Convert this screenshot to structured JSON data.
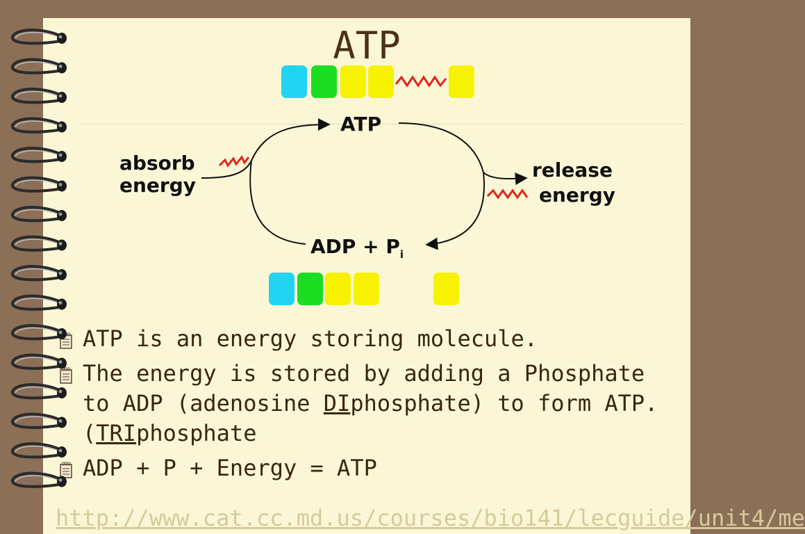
{
  "slide": {
    "title": "ATP",
    "url": "http://www.cat.cc.md.us/courses/bio141/lecguide/unit4/me"
  },
  "diagram": {
    "top_label": "ATP",
    "bottom_label": "ADP + P",
    "bottom_label_subscript": "i",
    "absorb_label_line1": "absorb",
    "absorb_label_line2": "energy",
    "release_label_line1": "release",
    "release_label_line2": "energy",
    "atp_block_colors": [
      "#22d3f2",
      "#1ddd22",
      "#f7f200",
      "#f7f200",
      "#f7f200"
    ],
    "adp_block_colors": [
      "#22d3f2",
      "#1ddd22",
      "#f7f200",
      "#f7f200",
      "#f7f200"
    ],
    "energy_squiggle_color": "#e0241b"
  },
  "bullets": {
    "b1": "ATP is an energy storing molecule.",
    "b2_part1": "The energy is stored by adding a Phosphate to ADP (adenosine ",
    "b2_underline1": "DI",
    "b2_part2": "phosphate) to form ATP.(",
    "b2_underline2": "TRI",
    "b2_part3": "phosphate",
    "b3": "ADP + P + Energy = ATP"
  },
  "colors": {
    "background": "#8b6f57",
    "paper": "#fbf7d6",
    "title_text": "#4a3117",
    "body_text": "#3a2610"
  },
  "icons": {
    "bullet": "notepad-icon",
    "binding": "spiral-ring-icon"
  }
}
